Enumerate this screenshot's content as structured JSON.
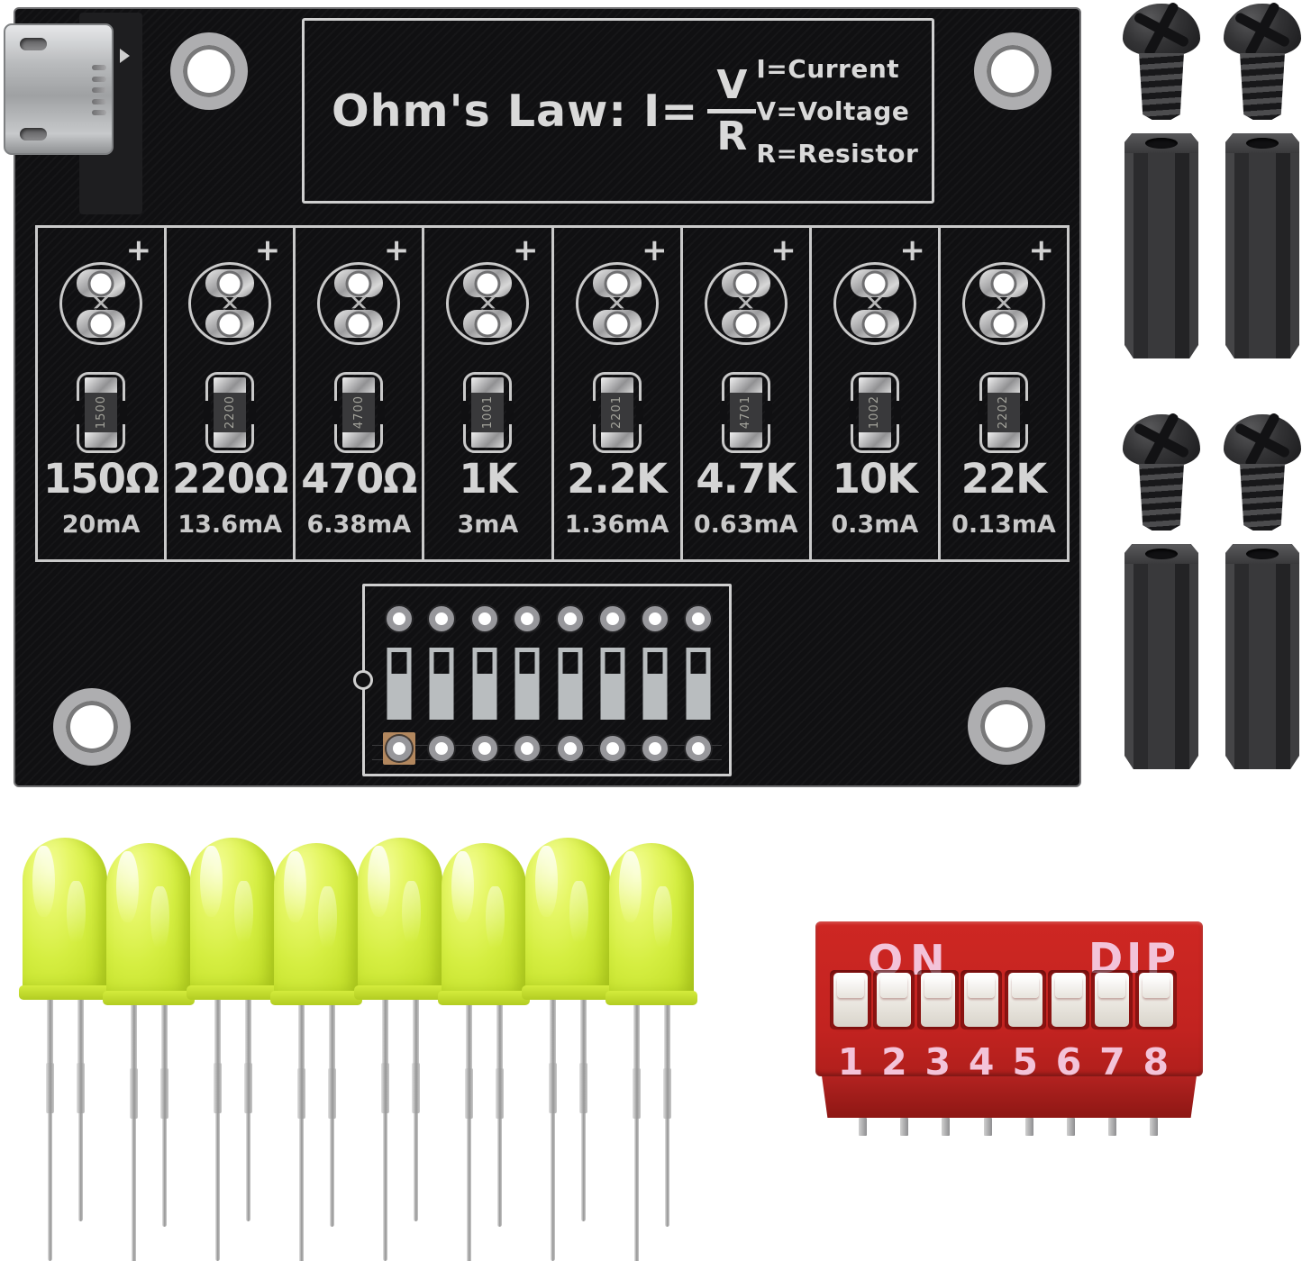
{
  "board": {
    "title": {
      "prefix": "Ohm's Law: I=",
      "numerator": "V",
      "denominator": "R"
    },
    "legend": [
      "I=Current",
      "V=Voltage",
      "R=Resistor"
    ],
    "polarity_mark": "+",
    "channels": [
      {
        "resistance": "150Ω",
        "current": "20mA",
        "chip_code": "1500"
      },
      {
        "resistance": "220Ω",
        "current": "13.6mA",
        "chip_code": "2200"
      },
      {
        "resistance": "470Ω",
        "current": "6.38mA",
        "chip_code": "4700"
      },
      {
        "resistance": "1K",
        "current": "3mA",
        "chip_code": "1001"
      },
      {
        "resistance": "2.2K",
        "current": "1.36mA",
        "chip_code": "2201"
      },
      {
        "resistance": "4.7K",
        "current": "0.63mA",
        "chip_code": "4701"
      },
      {
        "resistance": "10K",
        "current": "0.3mA",
        "chip_code": "1002"
      },
      {
        "resistance": "22K",
        "current": "0.13mA",
        "chip_code": "2202"
      }
    ]
  },
  "dip_switch": {
    "on_label": "ON",
    "dip_label": "DIP",
    "positions": [
      "1",
      "2",
      "3",
      "4",
      "5",
      "6",
      "7",
      "8"
    ]
  },
  "kit": {
    "led_count": 8,
    "screw_count": 4,
    "standoff_count": 4
  },
  "colors": {
    "board_black": "#101012",
    "silkscreen": "#cfcfcf",
    "led_yellow": "#d9ee3e",
    "dip_red": "#ce2723",
    "dip_label_pink": "#f3c3d9"
  }
}
